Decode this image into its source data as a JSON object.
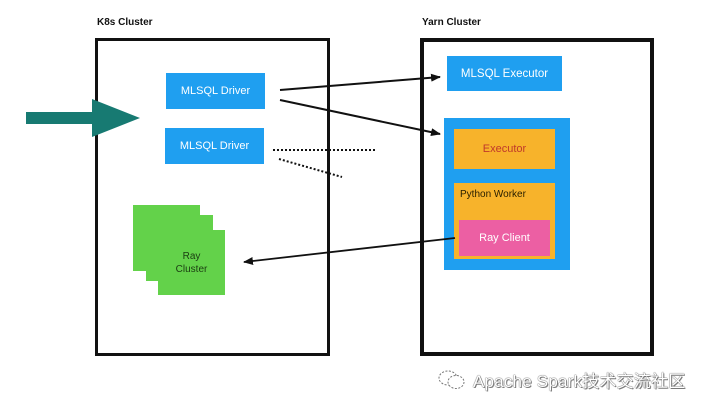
{
  "k8s_cluster": {
    "title": "K8s Cluster",
    "drivers": [
      {
        "label": "MLSQL Driver"
      },
      {
        "label": "MLSQL Driver"
      }
    ],
    "ray_cluster": {
      "label_line1": "Ray",
      "label_line2": "Cluster"
    }
  },
  "yarn_cluster": {
    "title": "Yarn Cluster",
    "mlsql_executor": {
      "label": "MLSQL Executor"
    },
    "executor_group": {
      "executor": {
        "label": "Executor"
      },
      "python_worker": {
        "label": "Python Worker",
        "ray_client": {
          "label": "Ray Client"
        }
      }
    }
  },
  "colors": {
    "blue": "#1f9ff0",
    "orange": "#f7b32b",
    "pink": "#ec5fa3",
    "green": "#63d24a",
    "teal_arrow": "#177a72",
    "executor_text": "#c0392b"
  },
  "watermark": {
    "text": "Apache Spark技术交流社区",
    "icon": "wechat-icon"
  }
}
